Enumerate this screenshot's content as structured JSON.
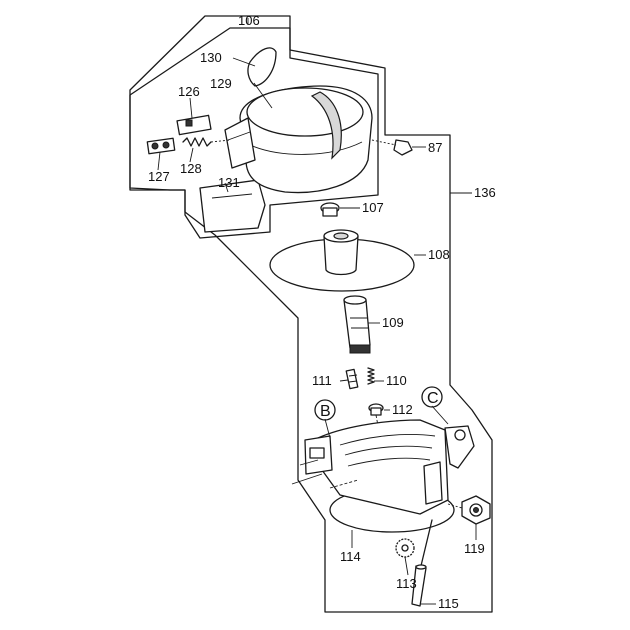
{
  "callouts": {
    "p106": "106",
    "p130": "130",
    "p129": "129",
    "p126": "126",
    "p87": "87",
    "p127": "127",
    "p128": "128",
    "p131": "131",
    "p136": "136",
    "p107": "107",
    "p108": "108",
    "p109": "109",
    "p111": "111",
    "p110": "110",
    "p112": "112",
    "p119": "119",
    "p114": "114",
    "p113": "113",
    "p115": "115"
  },
  "refs": {
    "b": "B",
    "c": "C"
  }
}
